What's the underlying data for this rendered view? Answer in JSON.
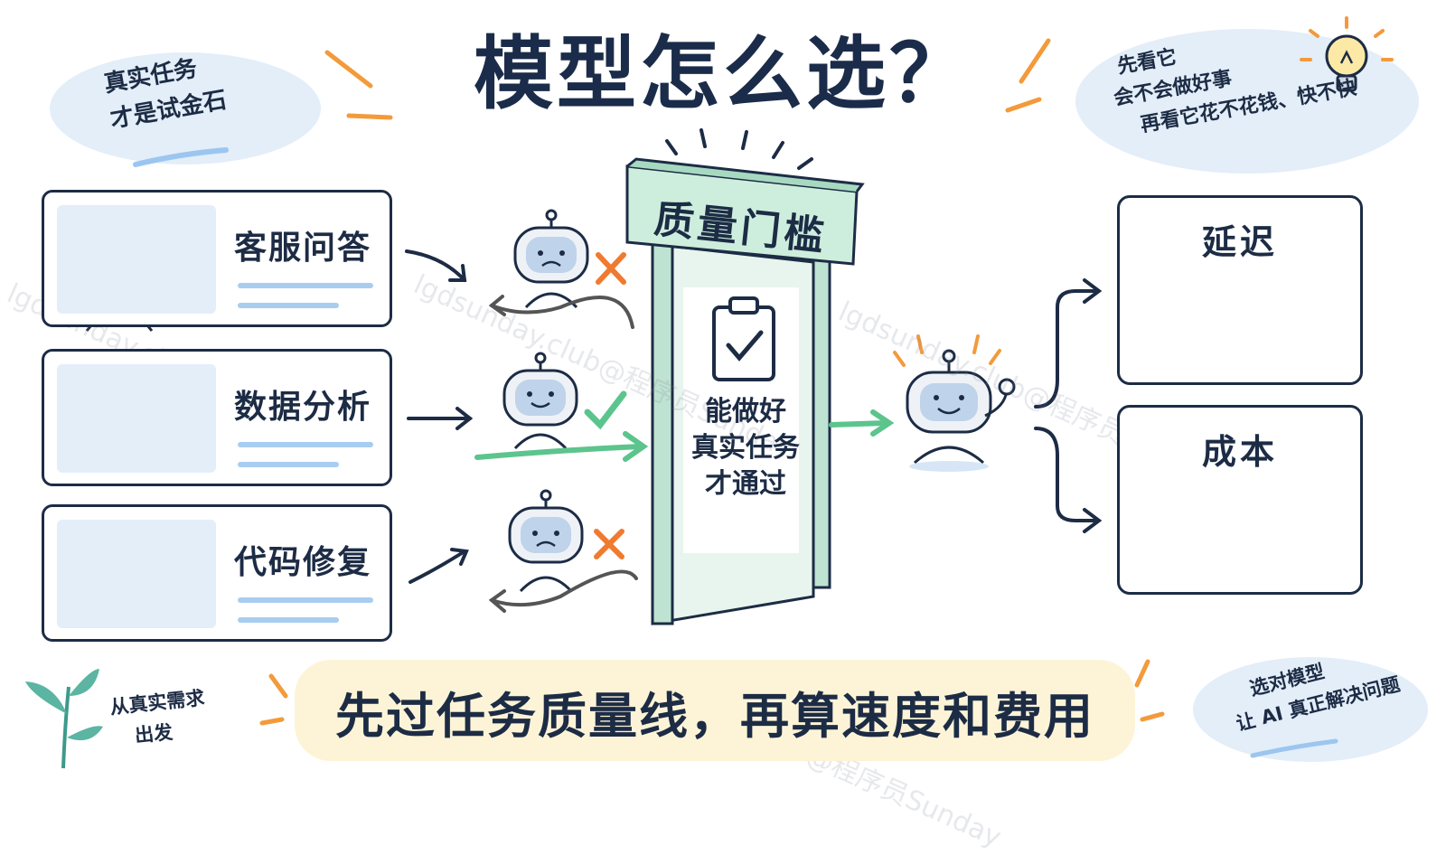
{
  "title": "模型怎么选？",
  "note_left": {
    "line1": "真实任务",
    "line2": "才是试金石"
  },
  "note_right": {
    "line1": "先看它",
    "line2": "会不会做好事",
    "line3": "再看它花不花钱、快不快"
  },
  "tasks": [
    {
      "label": "客服问答",
      "icon": "customer-service-agent-icon",
      "result": "fail"
    },
    {
      "label": "数据分析",
      "icon": "bar-chart-trend-icon",
      "result": "pass"
    },
    {
      "label": "代码修复",
      "icon": "code-window-icon",
      "result": "fail"
    }
  ],
  "gate": {
    "title": "质量门槛",
    "text_lines": [
      "能做好",
      "真实任务",
      "才通过"
    ],
    "icon": "clipboard-check-icon"
  },
  "metrics": [
    {
      "label": "延迟",
      "icon": "speed-gauge-icon"
    },
    {
      "label": "成本",
      "icon": "cost-gauge-icon"
    }
  ],
  "banner": "先过任务质量线，再算速度和费用",
  "bottom_left_note": {
    "line1": "从真实需求",
    "line2": "出发"
  },
  "bottom_right_note": {
    "line1": "选对模型",
    "line2": "让 AI 真正解决问题"
  },
  "watermark": "lgdsunday.club@程序员Sunday",
  "colors": {
    "navy": "#1d2c45",
    "pass_green": "#5cc48d",
    "fail_orange": "#f07a2f",
    "blue": "#4a86d6",
    "gate_green": "#cdeedd"
  }
}
